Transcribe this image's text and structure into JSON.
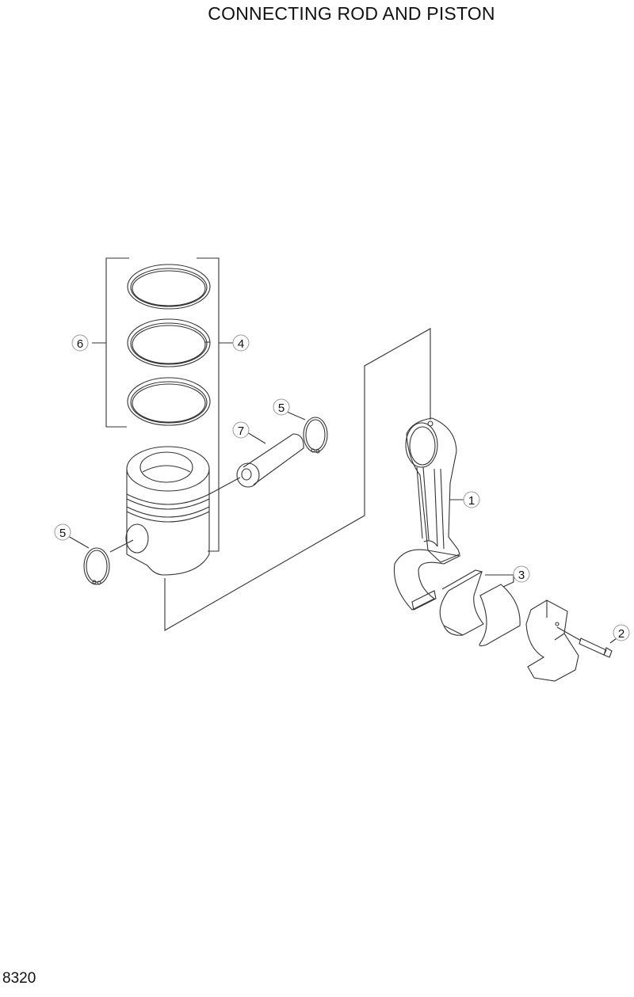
{
  "header": {
    "title": "CONNECTING ROD AND PISTON"
  },
  "footer": {
    "page_number": "8320"
  },
  "diagram": {
    "type": "exploded-parts-view",
    "line_color": "#333333",
    "callout_circle_color": "#999999",
    "callouts": [
      {
        "id": "1",
        "label": "1",
        "part": "connecting-rod"
      },
      {
        "id": "2",
        "label": "2",
        "part": "connecting-rod-bolt"
      },
      {
        "id": "3",
        "label": "3",
        "part": "bearing-shells"
      },
      {
        "id": "4",
        "label": "4",
        "part": "piston-ring-set"
      },
      {
        "id": "5a",
        "label": "5",
        "part": "snap-ring-left"
      },
      {
        "id": "5b",
        "label": "5",
        "part": "snap-ring-right"
      },
      {
        "id": "6",
        "label": "6",
        "part": "piston-rings"
      },
      {
        "id": "7",
        "label": "7",
        "part": "piston-pin"
      }
    ]
  }
}
